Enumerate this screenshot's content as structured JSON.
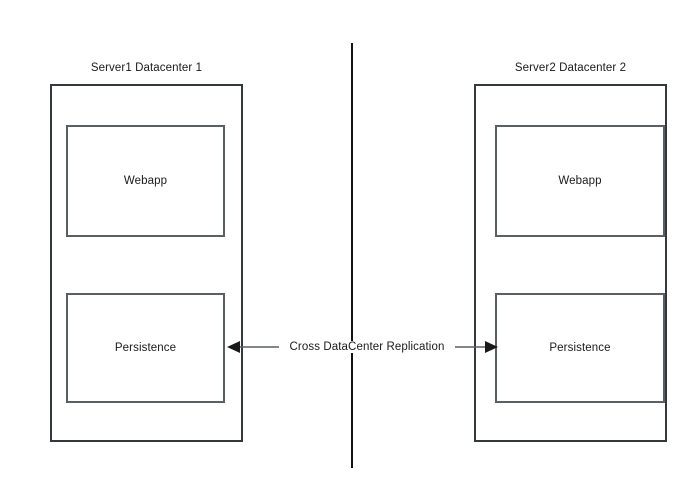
{
  "diagram": {
    "background_color": "#ffffff",
    "outer_border_color": "#33383d",
    "inner_border_color": "#5a5f64",
    "divider_color": "#111417",
    "text_color": "#1a1a1a",
    "datacenters": [
      {
        "id": "left",
        "title": "Server1 Datacenter 1",
        "components": [
          {
            "id": "webapp",
            "label": "Webapp"
          },
          {
            "id": "persistence",
            "label": "Persistence"
          }
        ]
      },
      {
        "id": "right",
        "title": "Server2 Datacenter 2",
        "components": [
          {
            "id": "webapp",
            "label": "Webapp"
          },
          {
            "id": "persistence",
            "label": "Persistence"
          }
        ]
      }
    ],
    "connector": {
      "label": "Cross DataCenter Replication",
      "arrow_start": "left-arrowhead",
      "arrow_end": "right-arrowhead",
      "direction": "bidirectional"
    }
  }
}
